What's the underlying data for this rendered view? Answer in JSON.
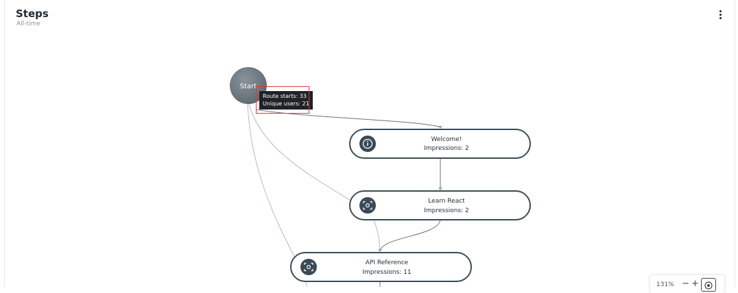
{
  "header": {
    "title": "Steps",
    "subtitle": "All-time"
  },
  "flow": {
    "start": {
      "label": "Start"
    },
    "tooltip": {
      "line1": "Route starts: 33",
      "line2": "Unique users: 21"
    },
    "nodes": [
      {
        "name": "Welcome!",
        "impressions": "Impressions: 2",
        "icon": "info-icon"
      },
      {
        "name": "Learn React",
        "impressions": "Impressions: 2",
        "icon": "focus-icon"
      },
      {
        "name": "API Reference",
        "impressions": "Impressions: 11",
        "icon": "focus-icon"
      }
    ]
  },
  "zoom": {
    "level": "131%",
    "zoom_out": "−",
    "zoom_in": "+"
  },
  "colors": {
    "node_border": "#3a4a56",
    "icon_bg": "#3a4a56",
    "edge": "#b5b9bc",
    "edge_dark": "#6b7277",
    "start_fill": "#6a747c",
    "tooltip_bg": "#1f2326",
    "highlight": "#e03a3a"
  }
}
